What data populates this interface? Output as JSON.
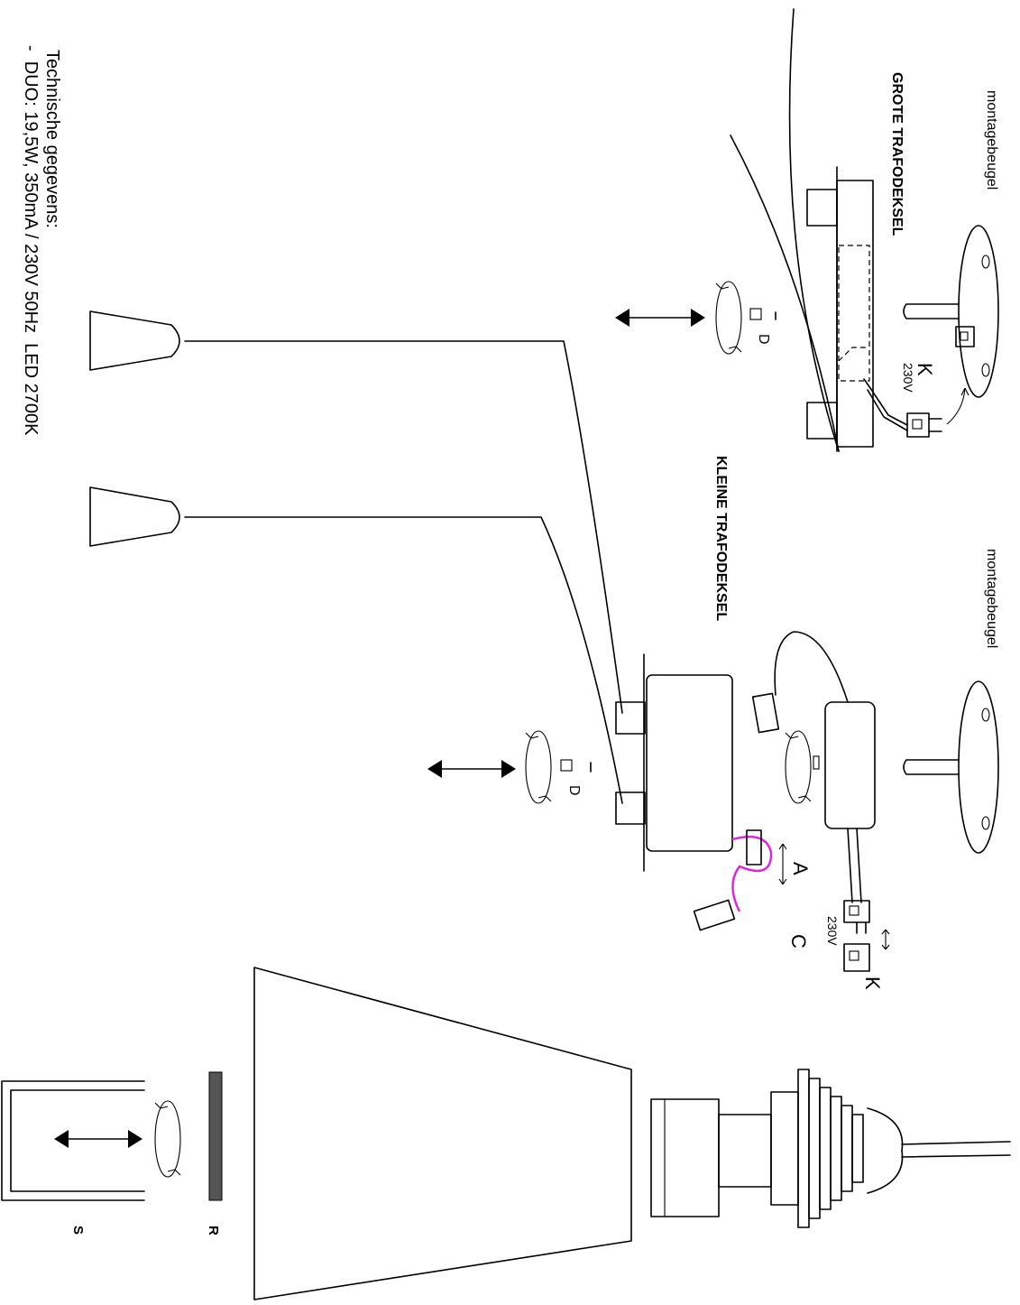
{
  "labels": {
    "montage_top": "montagebeugel",
    "montage_mid": "montagebeugel",
    "grote_trafodeksel": "GROTE TRAFODEKSEL",
    "kleine_trafodeksel": "KLEINE TRAFODEKSEL",
    "k_top": "K",
    "v230_top": "230V",
    "k_mid": "K",
    "v230_mid": "230V",
    "a": "A",
    "c": "C",
    "d_top": "D",
    "d_mid": "D",
    "r": "R",
    "s": "S"
  },
  "specs": {
    "heading": "Technische gegevens:",
    "line1": "-  DUO: 19,5W, 350mA / 230V 50Hz  LED 2700K"
  }
}
